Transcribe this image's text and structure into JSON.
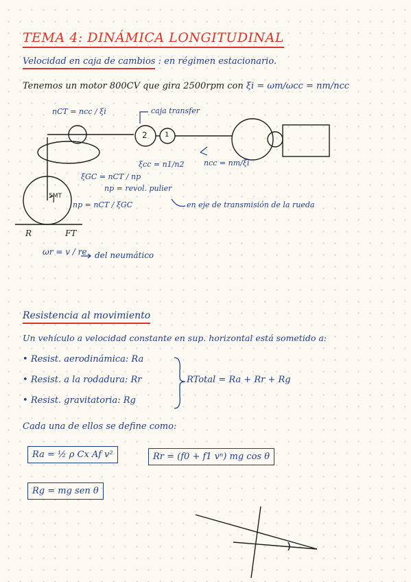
{
  "title": "TEMA 4: DINÁMICA LONGITUDINAL",
  "section1": {
    "heading": "Velocidad en caja de cambios",
    "heading_suffix": ": en régimen estacionario.",
    "intro": "Tenemos un motor 800CV que gira 2500rpm con",
    "intro_ratio": "ξi = ωm/ωcc = nm/ncc"
  },
  "diagram": {
    "nct_formula": "nCT = ncc / ξi",
    "caja_transfer": "caja transfer",
    "gear_2": "2",
    "gear_1": "1",
    "xi_cc": "ξcc = n1/n2",
    "ncc_formula": "ncc = nm/ξi",
    "xi_gc": "ξGC = nCT / np",
    "np_note": "np = revol. pulier",
    "torque_label": "5MT",
    "np_formula": "np = nCT / ξGC",
    "eje_note": "en eje de transmisión de la rueda",
    "label_R": "R",
    "label_FT": "FT",
    "omega_formula": "ωr = v / re",
    "omega_note": "del neumático"
  },
  "section2": {
    "heading": "Resistencia al movimiento",
    "intro": "Un vehículo a velocidad constante en sup. horizontal está sometido a:",
    "items": [
      "Resist. aerodinámica: Ra",
      "Resist. a la rodadura: Rr",
      "Resist. gravitatoria: Rg"
    ],
    "total": "RTotal = Ra + Rr + Rg",
    "closing": "Cada una de ellos se define como:",
    "formula_ra": "Ra = ½ ρ Cx Af v²",
    "formula_rr": "Rr = (f0 + f1 vⁿ) mg cos θ",
    "formula_rg": "Rg = mg sen θ"
  }
}
